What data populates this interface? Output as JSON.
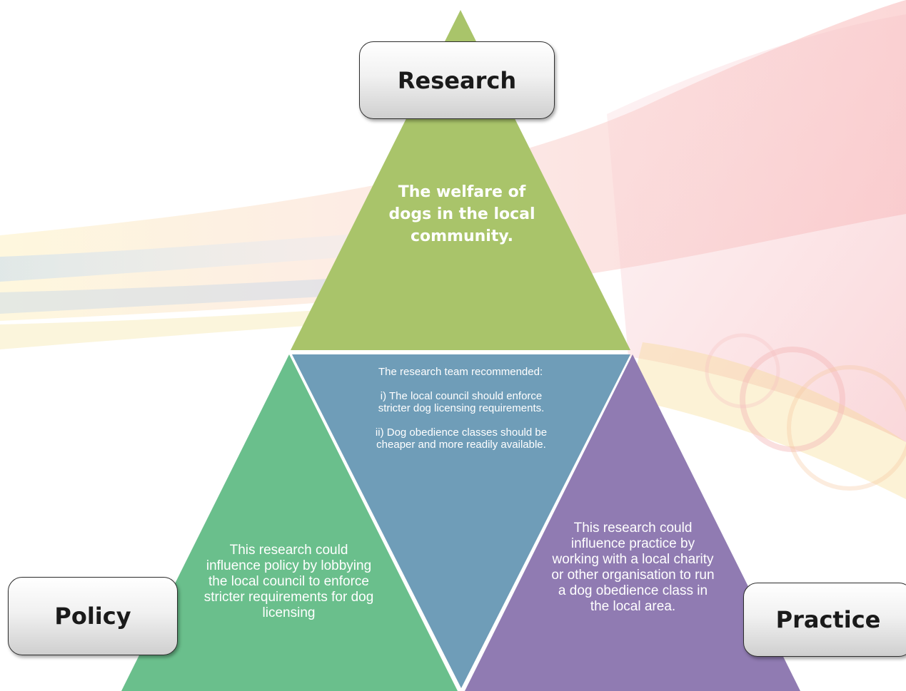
{
  "diagram": {
    "nodes": {
      "research": "Research",
      "policy": "Policy",
      "practice": "Practice"
    },
    "center": "The welfare of dogs in the local community.",
    "middle": {
      "intro": "The research team recommended:",
      "recommendations": [
        "i) The local council should enforce stricter dog licensing requirements.",
        "ii) Dog obedience classes should be cheaper and more readily available."
      ]
    },
    "policy_text": "This research could influence policy by lobbying the local council to enforce stricter requirements for dog licensing",
    "practice_text": "This research could influence practice by working with a local charity or other organisation to run a dog obedience class in the local area.",
    "colors": {
      "top_triangle": "#a9c46a",
      "left_triangle": "#6abf8c",
      "middle_triangle": "#6f9db8",
      "right_triangle": "#907bb2",
      "box_border": "#2e2e2e"
    }
  }
}
